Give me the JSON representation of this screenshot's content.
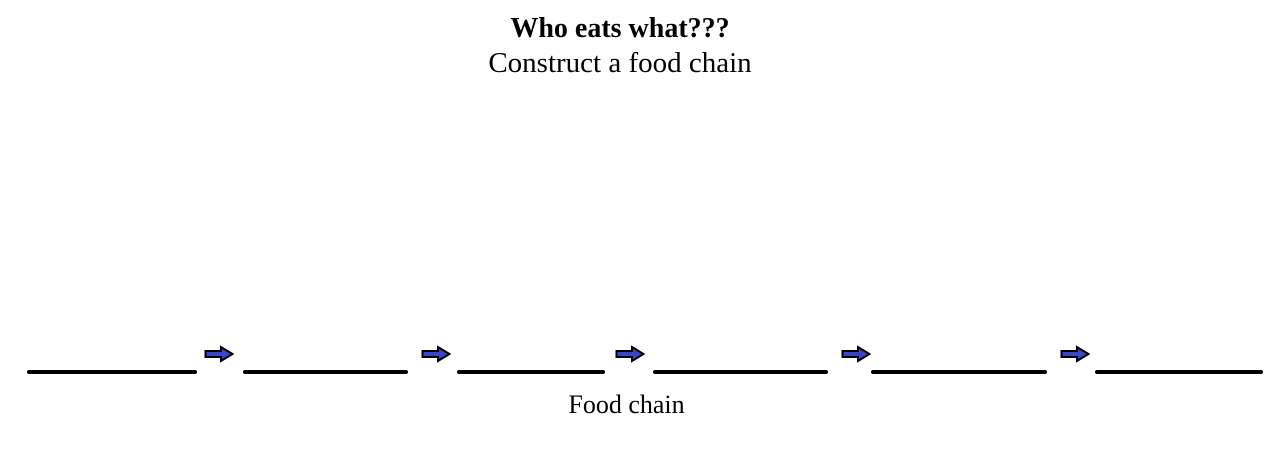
{
  "header": {
    "title": "Who eats what???",
    "subtitle": "Construct a food chain"
  },
  "chain": {
    "label": "Food chain",
    "blank_count": 6,
    "arrow_count": 5,
    "arrow_color": "#3A46C8",
    "arrow_outline_color": "#000000",
    "blank_line_color": "#000000"
  }
}
